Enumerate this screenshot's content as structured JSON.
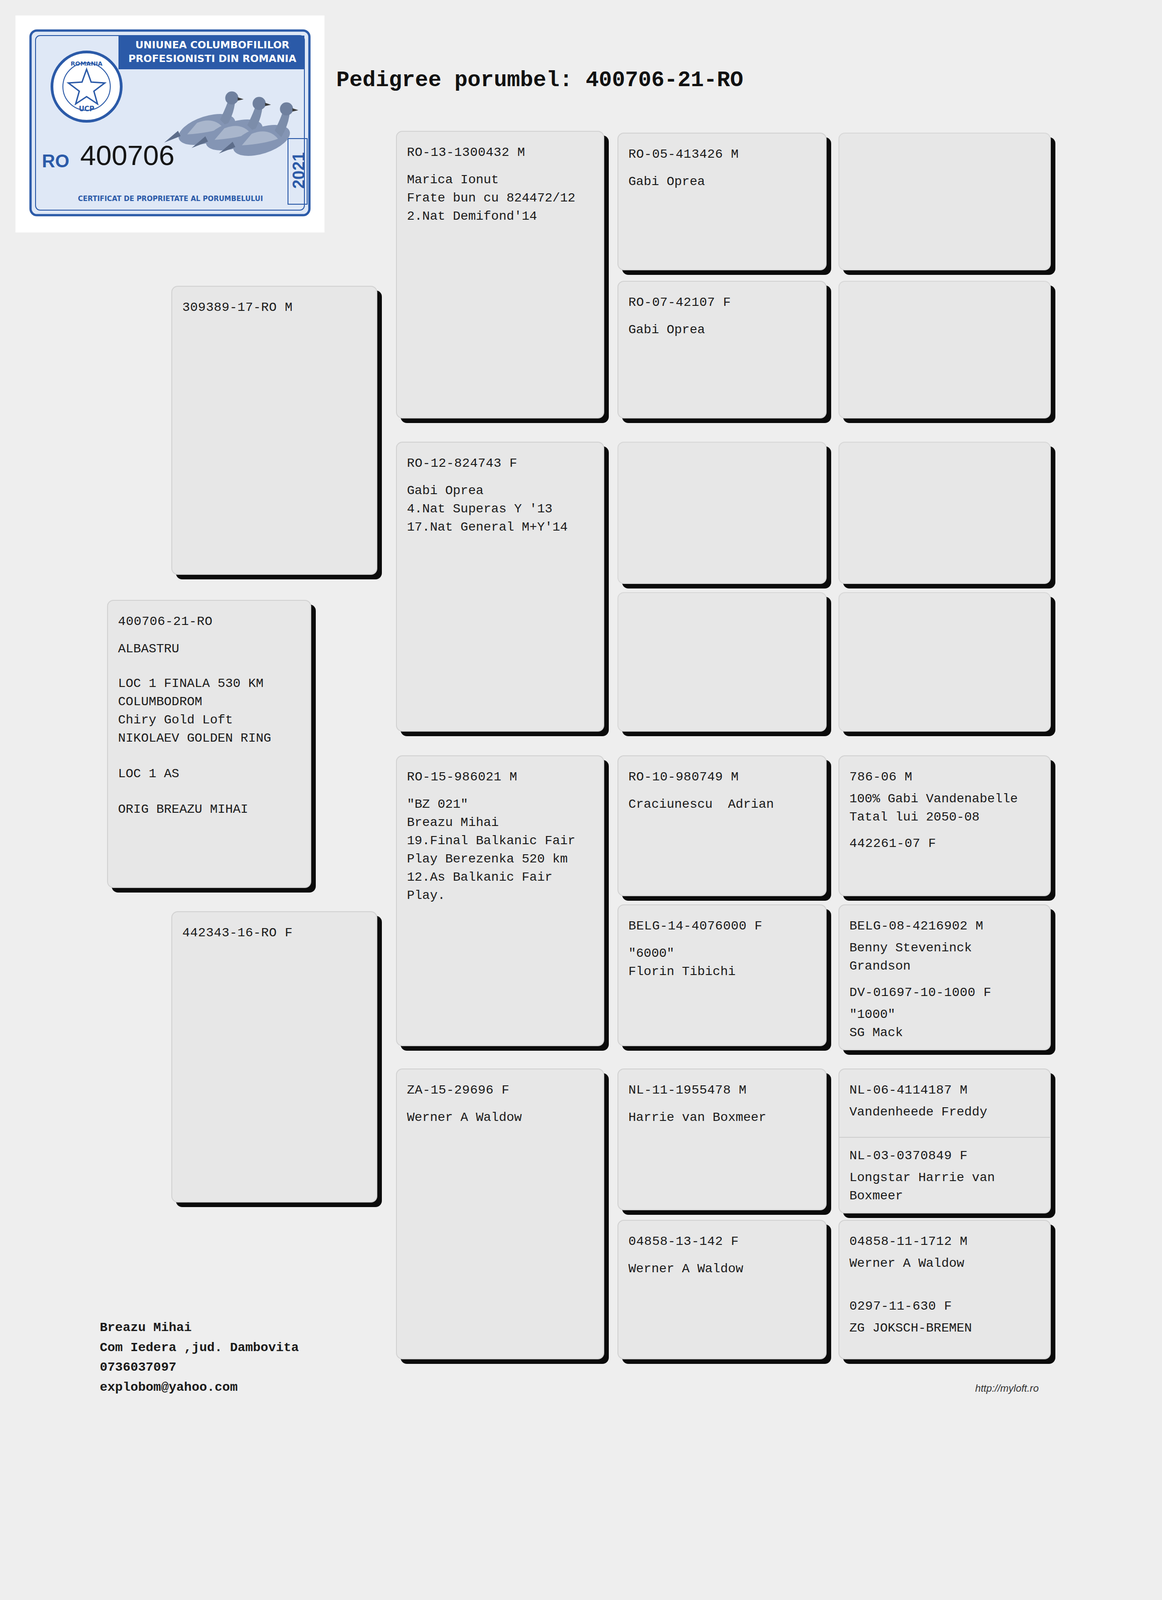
{
  "diagram": {
    "title": "Pedigree porumbel: 400706-21-RO",
    "nodes": [
      {
        "text": [
          "UNIUNEA COLUMBOFILILOR PROFESIONISTI DIN ROMANIA",
          "ROMANIA",
          "UCP",
          "RO",
          "400706",
          "2021",
          "CERTIFICAT DE PROPRIETATE AL PORUMBELULUI"
        ]
      },
      {
        "text": [
          "400706-21-RO",
          "ALBASTRU",
          "LOC 1 FINALA 530 KM",
          "COLUMBODROM",
          "Chiry Gold Loft",
          "NIKOLAEV GOLDEN RING",
          "LOC 1 AS",
          "ORIG BREAZU MIHAI"
        ]
      },
      {
        "text": [
          "309389-17-RO M"
        ]
      },
      {
        "text": [
          "442343-16-RO F"
        ]
      },
      {
        "text": [
          "RO-13-1300432 M",
          "Marica Ionut",
          "Frate bun cu 824472/12",
          "2.Nat Demifond'14"
        ]
      },
      {
        "text": [
          "RO-12-824743 F",
          "Gabi Oprea",
          "4.Nat Superas Y '13",
          "17.Nat General M+Y'14"
        ]
      },
      {
        "text": [
          "RO-15-986021 M",
          "\"BZ 021\"",
          "Breazu Mihai",
          "19.Final Balkanic Fair Play Berezenka 520 km",
          "12.As Balkanic Fair Play."
        ]
      },
      {
        "text": [
          "ZA-15-29696 F",
          "Werner A Waldow"
        ]
      },
      {
        "text": [
          "RO-05-413426 M",
          "Gabi Oprea"
        ]
      },
      {
        "text": [
          "RO-07-42107 F",
          "Gabi Oprea"
        ]
      },
      {
        "text": [
          "RO-10-980749 M",
          "Craciunescu  Adrian"
        ]
      },
      {
        "text": [
          "BELG-14-4076000 F",
          "\"6000\"",
          "Florin Tibichi"
        ]
      },
      {
        "text": [
          "NL-11-1955478 M",
          "Harrie van Boxmeer"
        ]
      },
      {
        "text": [
          "04858-13-142 F",
          "Werner A Waldow"
        ]
      },
      {
        "text": [
          "786-06 M",
          "100% Gabi Vandenabelle Tatal lui 2050-08",
          "442261-07 F"
        ]
      },
      {
        "text": [
          "BELG-08-4216902 M",
          "Benny Steveninck Grandson",
          "DV-01697-10-1000 F",
          "\"1000\"",
          "SG Mack"
        ]
      },
      {
        "text": [
          "NL-06-4114187 M",
          "Vandenheede Freddy",
          "NL-03-0370849 F",
          "Longstar Harrie van Boxmeer"
        ]
      },
      {
        "text": [
          "04858-11-1712 M",
          "Werner A Waldow",
          "0297-11-630 F",
          "ZG JOKSCH-BREMEN"
        ]
      }
    ],
    "edges": [],
    "labels": [
      "Breazu Mihai",
      "Com Iedera ,jud. Dambovita",
      "0736037097",
      "explobom@yahoo.com",
      "http://myloft.ro"
    ]
  }
}
